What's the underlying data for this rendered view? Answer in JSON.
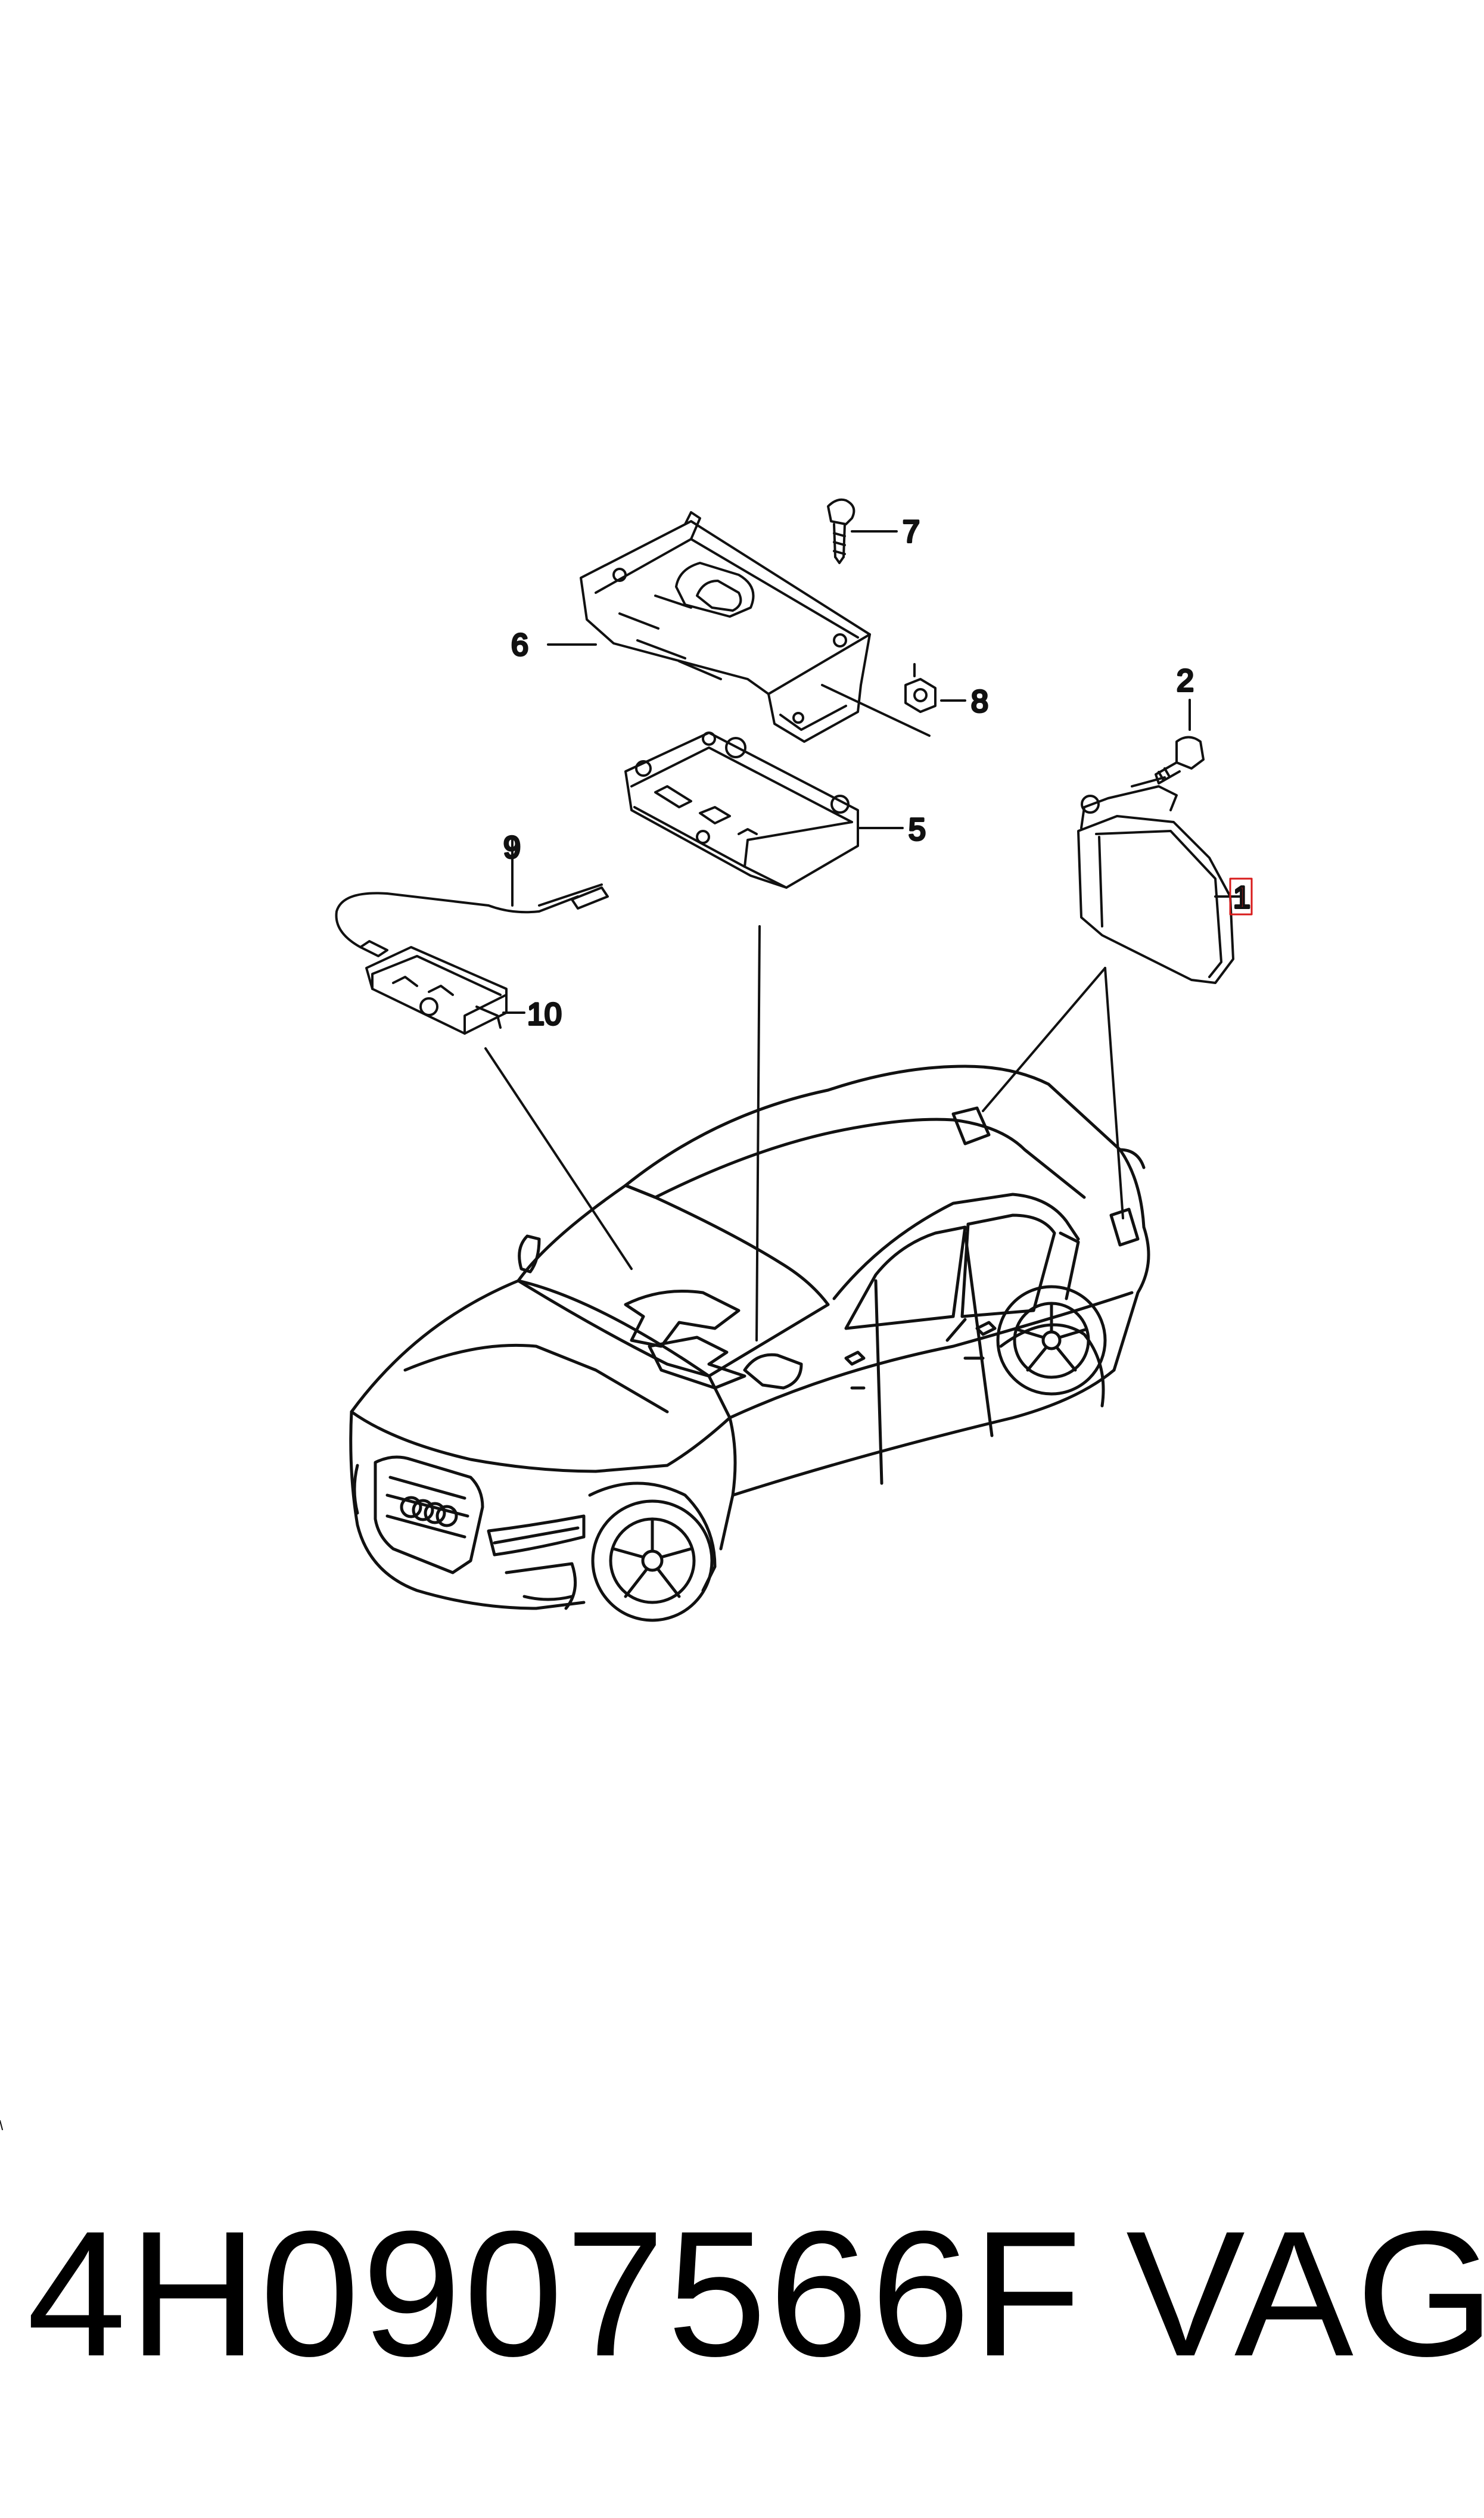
{
  "callouts": {
    "c1": "1",
    "c2": "2",
    "c5": "5",
    "c6": "6",
    "c7": "7",
    "c8": "8",
    "c9": "9",
    "c10": "10"
  },
  "highlight_color": "#d81b1b",
  "line_color": "#111111",
  "footer": {
    "part_number": "4H0907566F",
    "brand": "VAG"
  }
}
